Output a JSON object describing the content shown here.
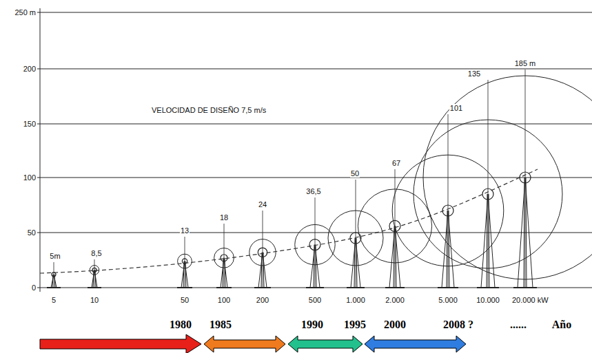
{
  "diagram": {
    "labels": [
      "250 m",
      "200",
      "150",
      "100",
      "50",
      "0",
      "5m",
      "8,5",
      "13",
      "18",
      "24",
      "36,5",
      "50",
      "67",
      "101",
      "135",
      "185 m",
      "VELOCIDAD DE DISEÑO 7,5 m/s",
      "5",
      "10",
      "50",
      "100",
      "200",
      "500",
      "1.000",
      "2.000",
      "5.000",
      "10.000",
      "20.000 kW",
      "1980",
      "1985",
      "1990",
      "1995",
      "2000",
      "2008 ?",
      "......",
      "Año"
    ]
  }
}
